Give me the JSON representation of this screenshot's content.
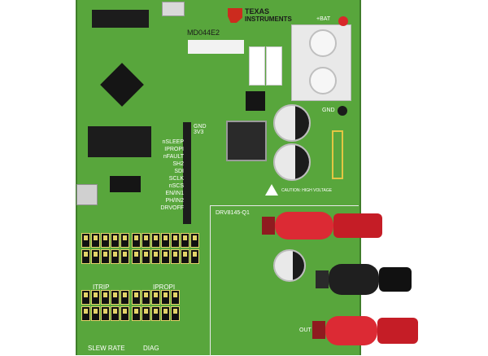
{
  "manufacturer": {
    "line1": "TEXAS",
    "line2": "INSTRUMENTS"
  },
  "board_label": "MD044E2",
  "power_label": "+BAT",
  "gnd_label": "GND",
  "header_labels": [
    "GND",
    "3V3",
    "nSLEEP",
    "IPROPI",
    "nFAULT",
    "SH2",
    "SDI",
    "SCLK",
    "nSCS",
    "EN/IN1",
    "PH/IN2",
    "DRVOFF"
  ],
  "mode_labels": [
    "ITRIP",
    "IPROPI"
  ],
  "bottom_labels": [
    "SLEW RATE",
    "DIAG"
  ],
  "ic_label": "DRV8145-Q1",
  "caution_text": "CAUTION: HIGH VOLTAGE",
  "output_label": "OUT"
}
